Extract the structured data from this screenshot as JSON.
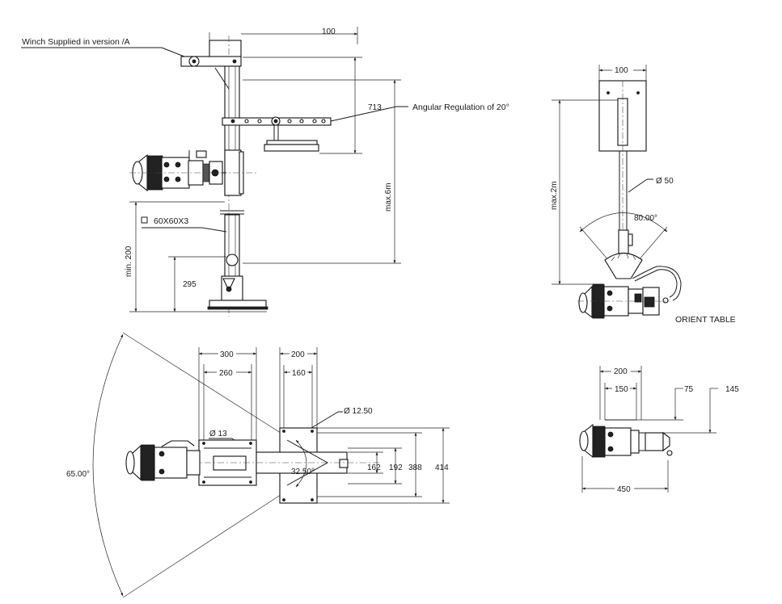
{
  "labels": {
    "winch_note": "Winch Supplied in version /A",
    "angular_regulation": "Angular Regulation of 20°",
    "tube_section": "60X60X3",
    "orient_table": "ORIENT TABLE"
  },
  "dimensions": {
    "side_top_width": "100",
    "side_arm_height": "713",
    "side_max_height": "max.6m",
    "side_min_height": "min. 200",
    "side_base_height": "295",
    "front_plate_width": "100",
    "front_max_height": "max.2m",
    "front_tube_diameter": "Ø 50",
    "front_swivel_angle": "80.00°",
    "plan_300": "300",
    "plan_260": "260",
    "plan_200": "200",
    "plan_160": "160",
    "plan_hole_d125": "Ø 12.50",
    "plan_hole_d13": "Ø 13",
    "plan_162": "162",
    "plan_192": "192",
    "plan_388": "388",
    "plan_414": "414",
    "plan_angle_3250": "32.50°",
    "plan_angle_65": "65.00°",
    "small_200": "200",
    "small_150": "150",
    "small_75": "75",
    "small_145": "145",
    "small_450": "450"
  }
}
